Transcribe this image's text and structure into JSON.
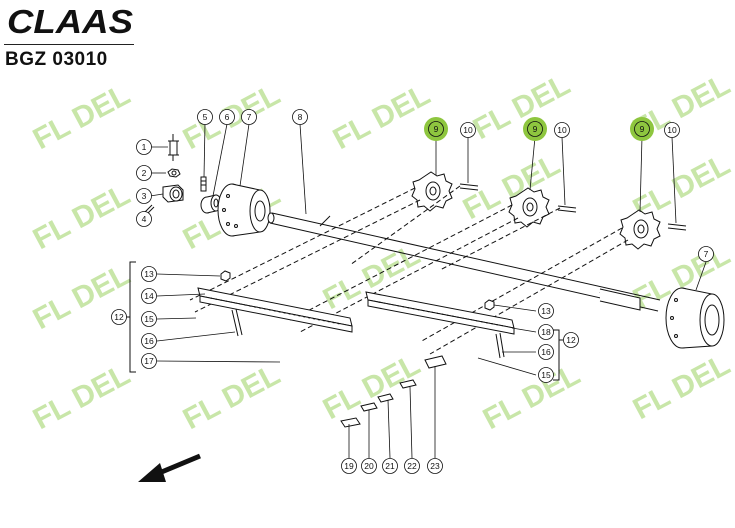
{
  "header": {
    "brand": "CLAAS",
    "code": "BGZ 03010"
  },
  "watermark": {
    "text": "FL DEL",
    "color": "#c8e6a8"
  },
  "highlight_color": "#8ec63f",
  "callouts": [
    {
      "id": "c1",
      "label": "1"
    },
    {
      "id": "c2",
      "label": "2"
    },
    {
      "id": "c3",
      "label": "3"
    },
    {
      "id": "c4",
      "label": "4"
    },
    {
      "id": "c5",
      "label": "5"
    },
    {
      "id": "c6",
      "label": "6"
    },
    {
      "id": "c7a",
      "label": "7"
    },
    {
      "id": "c8",
      "label": "8"
    },
    {
      "id": "c9a",
      "label": "9",
      "highlight": true
    },
    {
      "id": "c10a",
      "label": "10"
    },
    {
      "id": "c9b",
      "label": "9",
      "highlight": true
    },
    {
      "id": "c10b",
      "label": "10"
    },
    {
      "id": "c9c",
      "label": "9",
      "highlight": true
    },
    {
      "id": "c10c",
      "label": "10"
    },
    {
      "id": "c7b",
      "label": "7"
    },
    {
      "id": "c13a",
      "label": "13"
    },
    {
      "id": "c14",
      "label": "14"
    },
    {
      "id": "c12a",
      "label": "12"
    },
    {
      "id": "c15a",
      "label": "15"
    },
    {
      "id": "c16a",
      "label": "16"
    },
    {
      "id": "c17",
      "label": "17"
    },
    {
      "id": "c13b",
      "label": "13"
    },
    {
      "id": "c18",
      "label": "18"
    },
    {
      "id": "c12b",
      "label": "12"
    },
    {
      "id": "c16b",
      "label": "16"
    },
    {
      "id": "c15b",
      "label": "15"
    },
    {
      "id": "c19",
      "label": "19"
    },
    {
      "id": "c20",
      "label": "20"
    },
    {
      "id": "c21",
      "label": "21"
    },
    {
      "id": "c22",
      "label": "22"
    },
    {
      "id": "c23",
      "label": "23"
    }
  ]
}
